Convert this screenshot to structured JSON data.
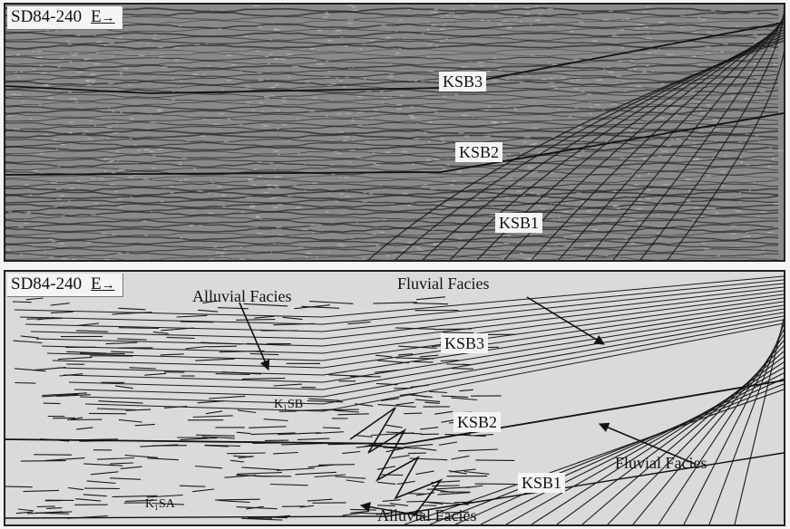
{
  "top_panel": {
    "section_id": "SD84-240",
    "direction": "E",
    "boundaries": [
      "KSB3",
      "KSB2",
      "KSB1"
    ]
  },
  "bottom_panel": {
    "section_id": "SD84-240",
    "direction": "E",
    "boundaries": [
      "KSB3",
      "KSB2",
      "KSB1"
    ],
    "facies": {
      "alluvial_top": "Alluvial Facies",
      "fluvial_top": "Fluvial Facies",
      "fluvial_right": "Fluvial Facies",
      "alluvial_bottom": "Alluvial Facies"
    },
    "units": [
      "K₁SB",
      "K₁SA"
    ]
  },
  "colors": {
    "seismic_background": "#8a8a8a",
    "interpretation_background": "#dadada",
    "line": "#1a1a1a",
    "label_box": "#f4f4f4"
  }
}
